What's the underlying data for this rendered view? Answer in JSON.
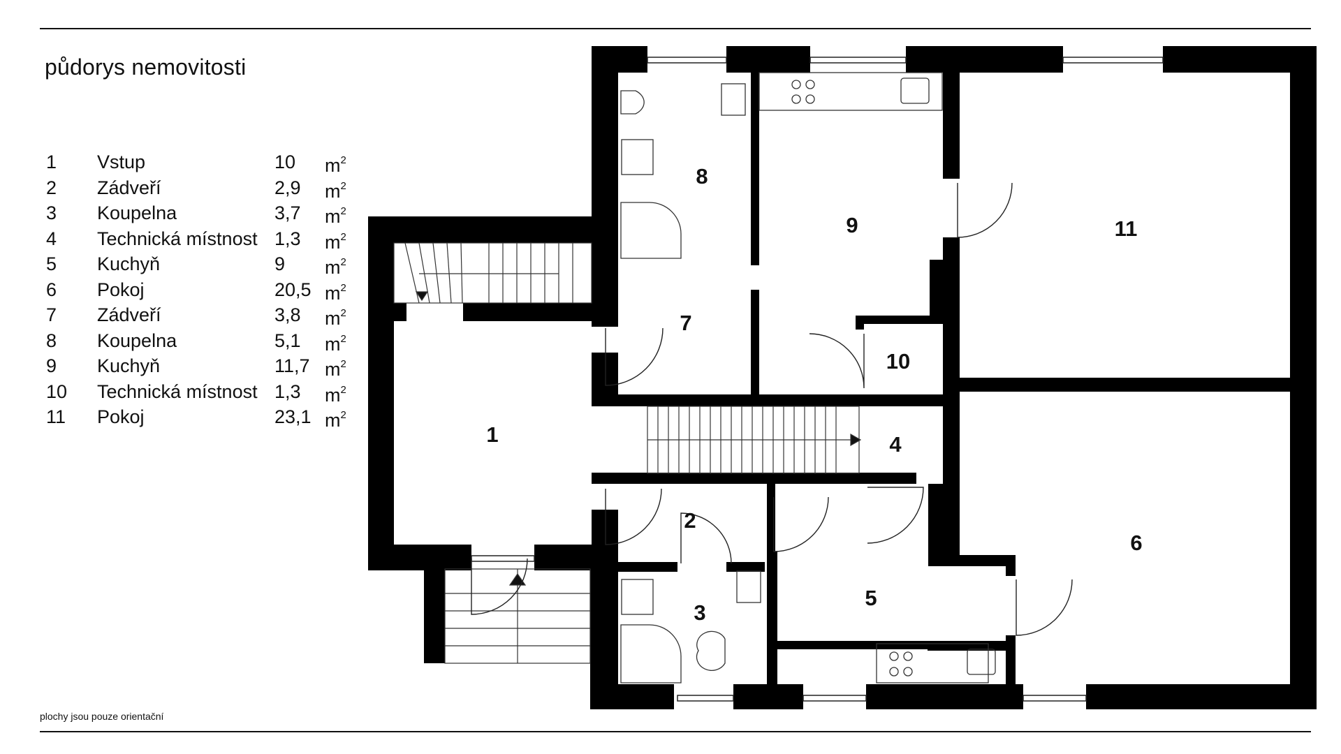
{
  "title": "půdorys nemovitosti",
  "note": "plochy jsou pouze orientační",
  "unit_base": "m",
  "unit_exp": "2",
  "rooms": [
    {
      "num": "1",
      "name": "Vstup",
      "area": "10"
    },
    {
      "num": "2",
      "name": "Zádveří",
      "area": "2,9"
    },
    {
      "num": "3",
      "name": "Koupelna",
      "area": "3,7"
    },
    {
      "num": "4",
      "name": "Technická místnost",
      "area": "1,3"
    },
    {
      "num": "5",
      "name": "Kuchyň",
      "area": "9"
    },
    {
      "num": "6",
      "name": "Pokoj",
      "area": "20,5"
    },
    {
      "num": "7",
      "name": "Zádveří",
      "area": "3,8"
    },
    {
      "num": "8",
      "name": "Koupelna",
      "area": "5,1"
    },
    {
      "num": "9",
      "name": "Kuchyň",
      "area": "11,7"
    },
    {
      "num": "10",
      "name": "Technická místnost",
      "area": "1,3"
    },
    {
      "num": "11",
      "name": "Pokoj",
      "area": "23,1"
    }
  ],
  "colors": {
    "wall": "#000000",
    "line": "#222222",
    "background": "#ffffff"
  }
}
